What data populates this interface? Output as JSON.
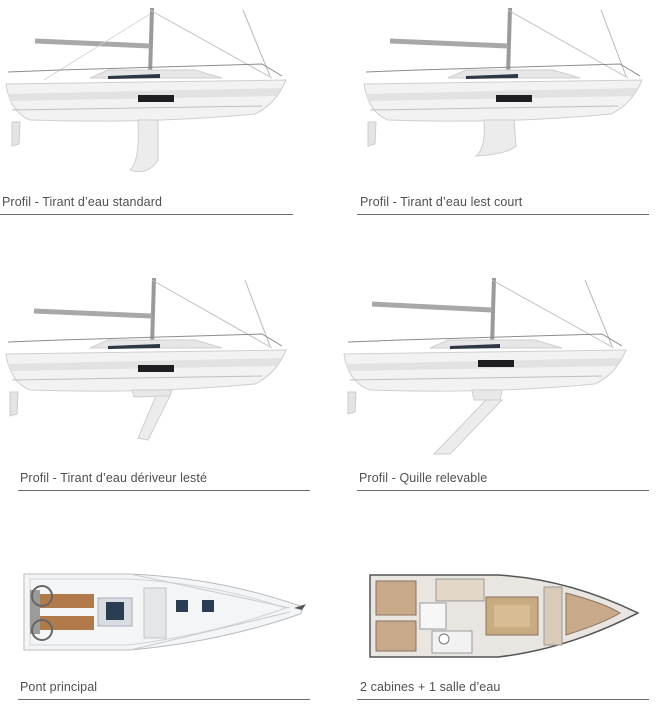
{
  "panels": [
    {
      "caption": "Profil - Tirant d’eau standard",
      "view": "profile",
      "keel": "standard"
    },
    {
      "caption": "Profil - Tirant d’eau lest court",
      "view": "profile",
      "keel": "short"
    },
    {
      "caption": "Profil - Tirant d’eau dériveur lesté",
      "view": "profile",
      "keel": "centreboard"
    },
    {
      "caption": "Profil - Quille relevable",
      "view": "profile",
      "keel": "lifting"
    },
    {
      "caption": "Pont principal",
      "view": "deck-plan"
    },
    {
      "caption": "2 cabines + 1 salle d’eau",
      "view": "interior-layout"
    }
  ]
}
